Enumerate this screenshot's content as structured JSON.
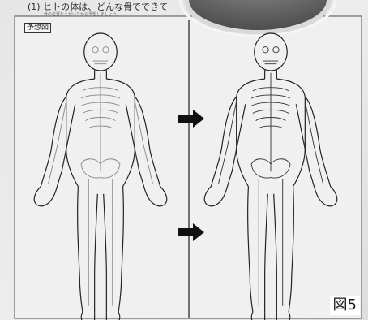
{
  "worksheet": {
    "header_text": "(1) ヒトの体は、どんな骨でできて",
    "sub_text": "骨の位置をえがいてから予想しましょう。",
    "label": "予想図"
  },
  "figure_caption": "図5"
}
